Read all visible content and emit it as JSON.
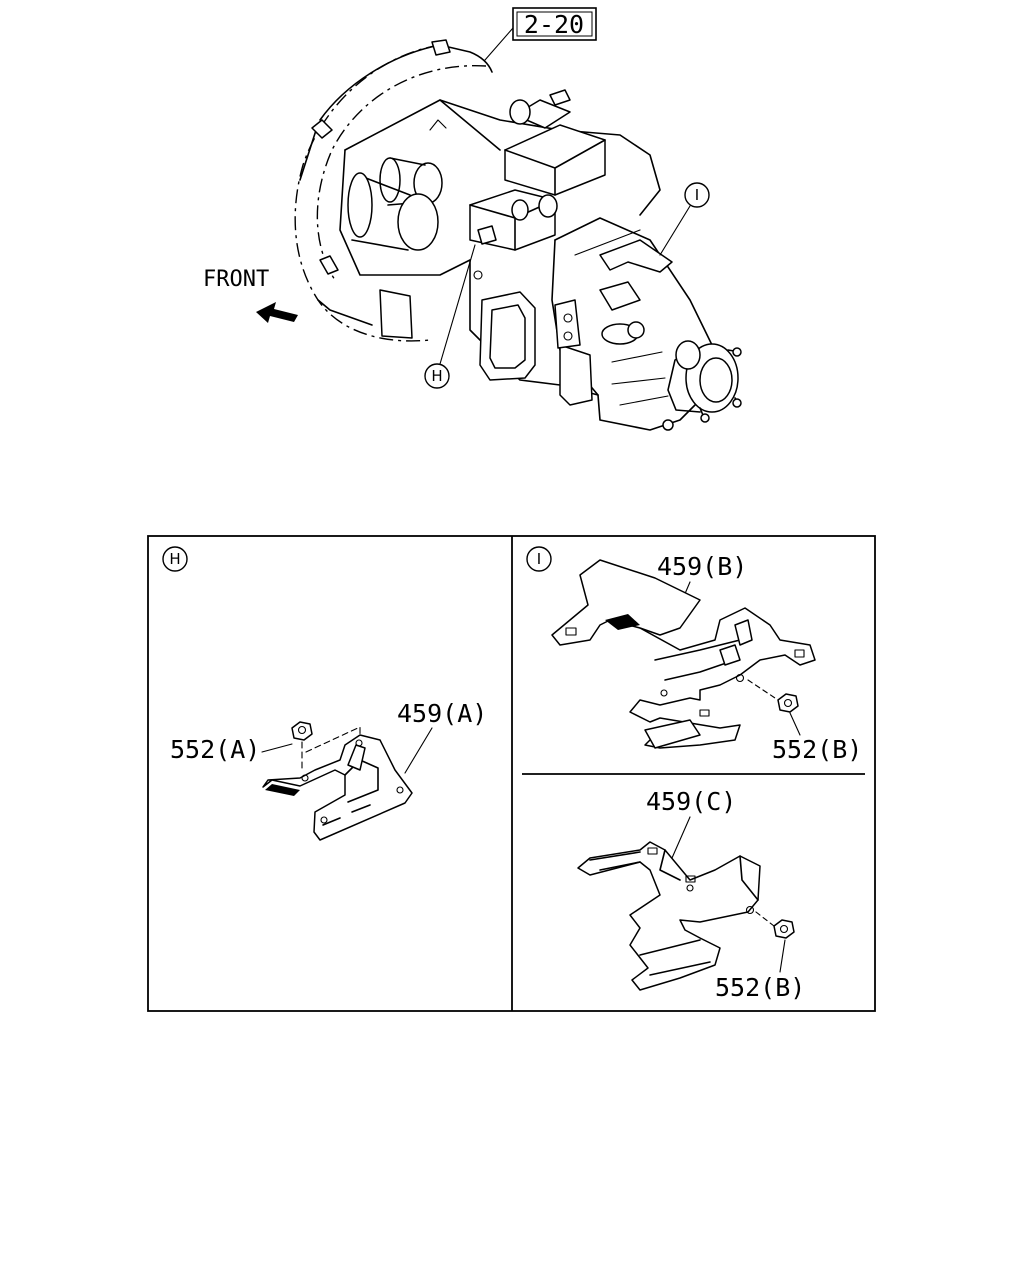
{
  "diagram": {
    "ref_box": "2-20",
    "front_label": "FRONT",
    "callouts": {
      "h": "H",
      "i": "I"
    },
    "panel_h": {
      "marker": "H",
      "part_bracket": "459(A)",
      "part_nut": "552(A)"
    },
    "panel_i_top": {
      "marker": "I",
      "part_bracket": "459(B)",
      "part_nut": "552(B)"
    },
    "panel_i_bottom": {
      "part_bracket": "459(C)",
      "part_nut": "552(B)"
    }
  }
}
